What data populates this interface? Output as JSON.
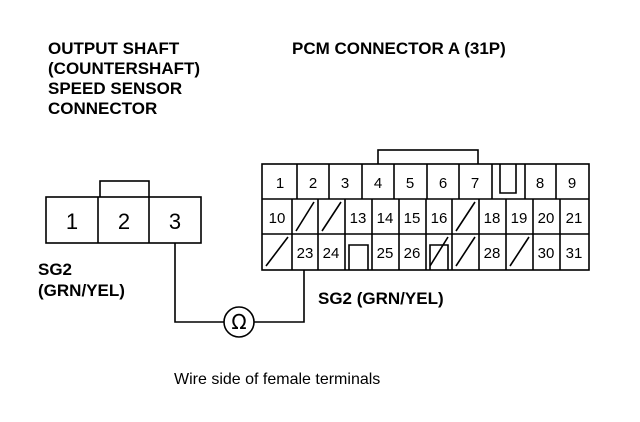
{
  "sensor": {
    "title_lines": [
      "OUTPUT SHAFT",
      "(COUNTERSHAFT)",
      "SPEED SENSOR",
      "CONNECTOR"
    ],
    "pins": [
      "1",
      "2",
      "3"
    ],
    "wire_label": [
      "SG2",
      "(GRN/YEL)"
    ]
  },
  "pcm": {
    "title": "PCM CONNECTOR A (31P)",
    "row1": [
      "1",
      "2",
      "3",
      "4",
      "5",
      "6",
      "7",
      "",
      "8",
      "9"
    ],
    "row2": [
      "10",
      "",
      "",
      "13",
      "14",
      "15",
      "16",
      "",
      "18",
      "19",
      "20",
      "21"
    ],
    "row3": [
      "",
      "23",
      "24",
      "",
      "25",
      "26",
      "",
      "",
      "28",
      "",
      "30",
      "31"
    ],
    "wire_label": "SG2 (GRN/YEL)"
  },
  "meter": {
    "symbol": "Ω",
    "icon": "ohmmeter-icon"
  },
  "caption": "Wire side of female terminals"
}
